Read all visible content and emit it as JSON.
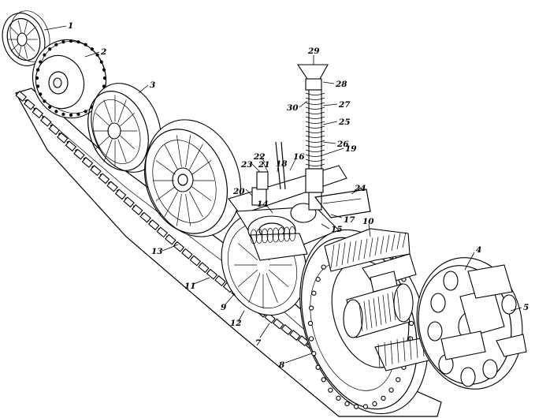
{
  "figure": {
    "callouts": [
      {
        "key": "c1",
        "text": "1"
      },
      {
        "key": "c2",
        "text": "2"
      },
      {
        "key": "c3",
        "text": "3"
      },
      {
        "key": "c4",
        "text": "4"
      },
      {
        "key": "c5",
        "text": "5"
      },
      {
        "key": "c7",
        "text": "7"
      },
      {
        "key": "c8",
        "text": "8"
      },
      {
        "key": "c9",
        "text": "9"
      },
      {
        "key": "c10",
        "text": "10"
      },
      {
        "key": "c11",
        "text": "11"
      },
      {
        "key": "c12",
        "text": "12"
      },
      {
        "key": "c13",
        "text": "13"
      },
      {
        "key": "c14",
        "text": "14"
      },
      {
        "key": "c15",
        "text": "15"
      },
      {
        "key": "c16",
        "text": "16"
      },
      {
        "key": "c17",
        "text": "17"
      },
      {
        "key": "c18",
        "text": "18"
      },
      {
        "key": "c19",
        "text": "19"
      },
      {
        "key": "c20",
        "text": "20"
      },
      {
        "key": "c21",
        "text": "21"
      },
      {
        "key": "c22",
        "text": "22"
      },
      {
        "key": "c23",
        "text": "23"
      },
      {
        "key": "c24",
        "text": "24"
      },
      {
        "key": "c25",
        "text": "25"
      },
      {
        "key": "c26",
        "text": "26"
      },
      {
        "key": "c27",
        "text": "27"
      },
      {
        "key": "c28",
        "text": "28"
      },
      {
        "key": "c29",
        "text": "29"
      },
      {
        "key": "c30",
        "text": "30"
      }
    ]
  }
}
